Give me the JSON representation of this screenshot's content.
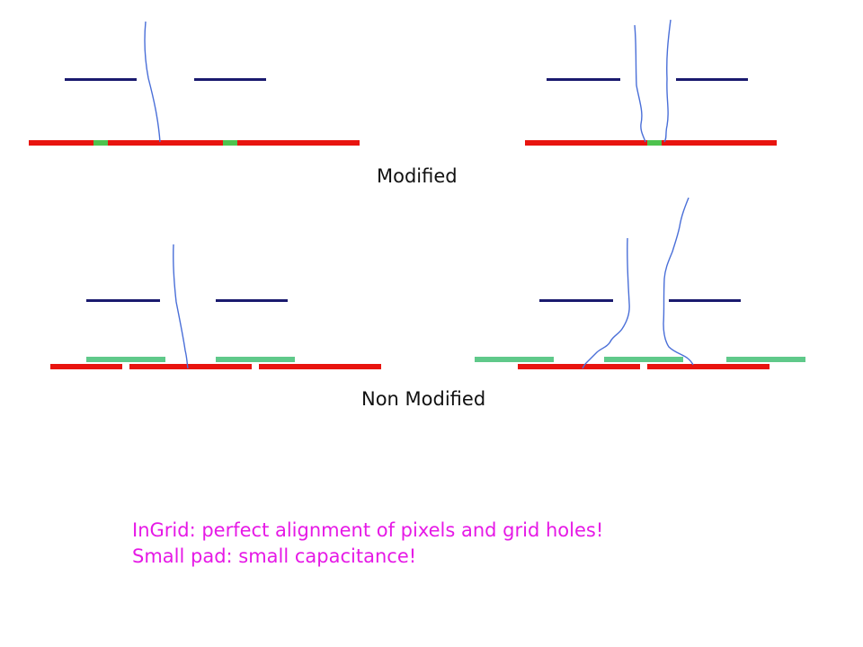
{
  "labels": {
    "modified": "Modified",
    "non_modified": "Non Modified"
  },
  "notes": [
    "InGrid: perfect alignment of pixels and grid holes!",
    "Small pad: small capacitance!"
  ],
  "colors": {
    "grid_line": "#1a1a6e",
    "pad": "#e8140f",
    "green_modified": "#4ec24e",
    "green_non_modified": "#5fc98a",
    "track": "#4a6fd8",
    "note_text": "#e619e6"
  }
}
